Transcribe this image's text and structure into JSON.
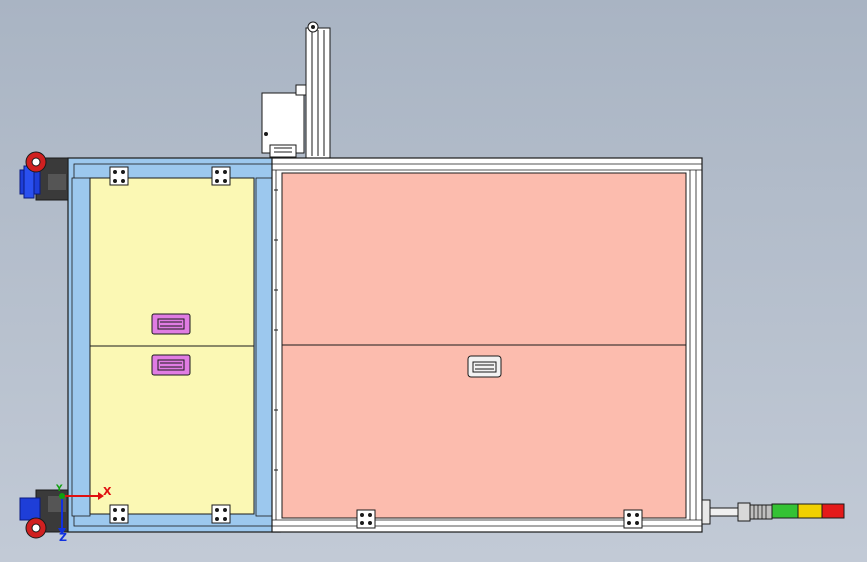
{
  "viewport": {
    "background_top": "#a9b4c3",
    "background_bottom": "#c2cad6"
  },
  "colors": {
    "left_frame": "#9cc8ee",
    "left_panel": "#fbf8b4",
    "right_panel": "#fcbcae",
    "frame_edge": "#1a1a1a",
    "handle_magenta": "#e07ce3",
    "handle_white": "#f2f2f2",
    "signal_red": "#e41a1a",
    "signal_yellow": "#f0d000",
    "signal_green": "#34c234",
    "axis_x": "#e01010",
    "axis_y": "#10a010",
    "axis_z": "#1030e0"
  },
  "triad": {
    "x_label": "X",
    "y_label": "Y",
    "z_label": "Z"
  },
  "components": {
    "left_cabinet": "left-cabinet",
    "right_cabinet": "right-cabinet",
    "signal_tower": "signal-tower",
    "lift_arm": "lift-arm",
    "casters": [
      "caster-top",
      "caster-bottom"
    ]
  }
}
